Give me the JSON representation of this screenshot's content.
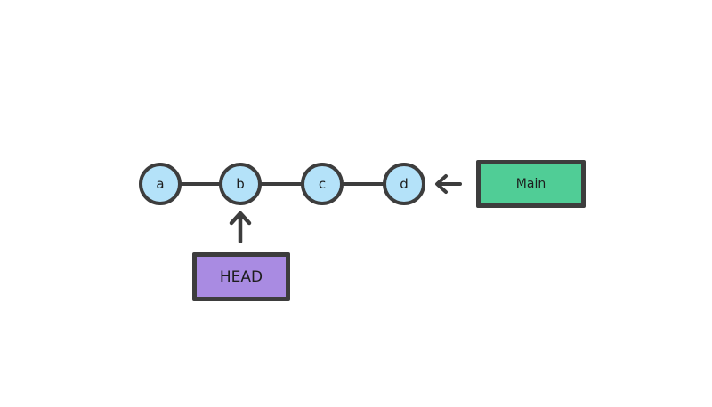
{
  "diagram": {
    "type": "git-commit-graph",
    "background_color": "#ffffff",
    "outline_color": "#3d3d3d",
    "commits": [
      {
        "label": "a"
      },
      {
        "label": "b"
      },
      {
        "label": "c"
      },
      {
        "label": "d"
      }
    ],
    "commit_node_fill": "#b4e2f9",
    "main_box": {
      "label": "Main",
      "fill": "#50cd96"
    },
    "head_box": {
      "label": "HEAD",
      "fill": "#a98be2"
    },
    "icons": {
      "main_pointer": "arrow-left",
      "head_pointer": "arrow-up"
    }
  }
}
